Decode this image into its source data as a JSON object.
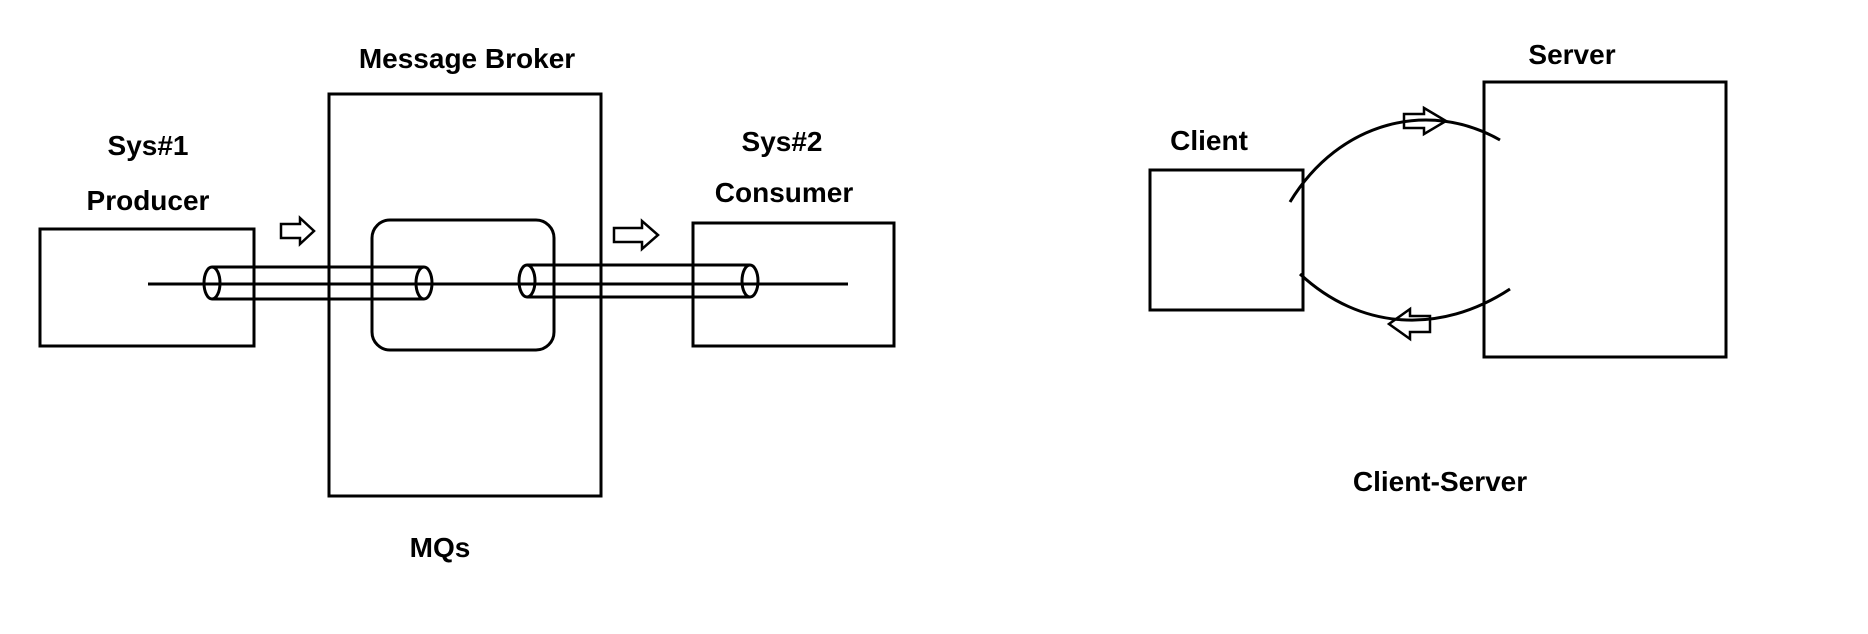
{
  "mq_diagram": {
    "broker_label": "Message Broker",
    "sys1_label": "Sys#1",
    "producer_label": "Producer",
    "sys2_label": "Sys#2",
    "consumer_label": "Consumer",
    "mqs_label": "MQs"
  },
  "cs_diagram": {
    "server_label": "Server",
    "client_label": "Client",
    "caption": "Client-Server"
  },
  "colors": {
    "stroke": "#000000",
    "background": "#ffffff"
  }
}
